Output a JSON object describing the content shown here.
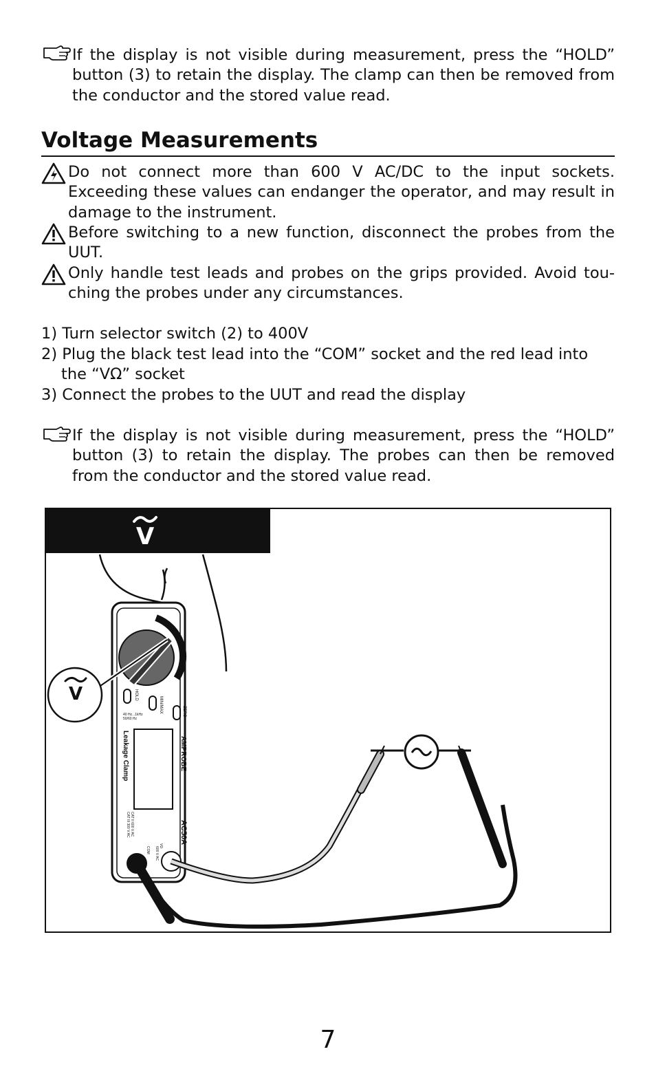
{
  "notes": {
    "clamp_hold": "If the display is not visible during measurement, press the “HOLD” button (3) to retain the display. The clamp can then be removed from the conductor and the stored value read.",
    "probe_hold": "If the display is not visible during measurement, press the “HOLD” button (3) to retain the display. The probes can then be removed from the conductor and the stored value read."
  },
  "section_title": "Voltage Measurements",
  "warnings": [
    "Do not connect more than 600 V AC/DC to the input sockets. Exceeding these values can endanger the operator, and may result in damage to the instrument.",
    "Before switching to a new function, disconnect the probes  from the UUT.",
    "Only handle test leads and probes on the grips provided. Avoid tou-ching the probes under any circumstances."
  ],
  "steps": {
    "s1": "1) Turn selector switch (2) to 400V",
    "s2_a": "2) Plug the black test lead into the “COM” socket and the red lead into",
    "s2_b": "the “VΩ”           socket",
    "s3": "3) Connect the probes to the UUT and read the display"
  },
  "figure": {
    "mode_label": "V",
    "callout_label": "V",
    "meter": {
      "brand": "AMPROBE",
      "model": "AC50A",
      "name": "Leakage Clamp",
      "hold": "HOLD",
      "minmax": "MIN/MAX",
      "zero": "ZERO",
      "freq_a": "40 Hz...1kHz",
      "freq_b": "50/60 Hz",
      "cat_a": "CAT II 600 V AC",
      "cat_b": "CAT III 300 V AC",
      "com": "COM",
      "vohm": "VΩ",
      "v_rating": "600 V AC"
    },
    "icons": [
      "hand-pointer-icon",
      "warning-triangle-icon",
      "ac-source-icon"
    ]
  },
  "page_number": "7"
}
